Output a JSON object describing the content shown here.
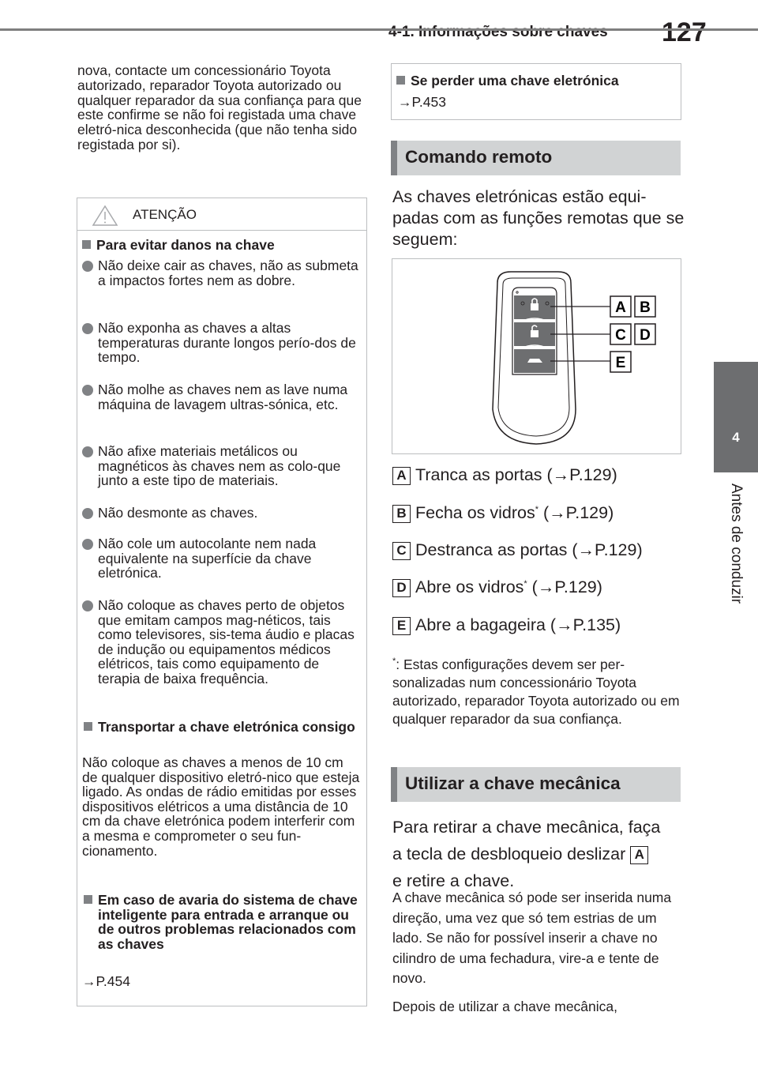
{
  "header": {
    "title": "4-1. Informações sobre chaves",
    "page_number": "127"
  },
  "side_tab": {
    "number": "4",
    "label": "Antes de conduzir"
  },
  "intro_text": "nova, contacte um concessionário Toyota autorizado, reparador Toyota autorizado ou qualquer reparador da sua confiança para que este confirme se não foi registada uma chave eletró-nica desconhecida (que não tenha sido registada por si).",
  "warning": {
    "title": "ATENÇÃO",
    "section1_title": "Para evitar danos na chave",
    "bullets": [
      "Não deixe cair as chaves, não as submeta a impactos fortes nem as dobre.",
      "Não exponha as chaves a altas temperaturas durante longos perío-dos de tempo.",
      "Não molhe as chaves nem as lave numa máquina de lavagem ultras-sónica, etc.",
      "Não afixe materiais metálicos ou magnéticos às chaves nem as colo-que junto a este tipo de materiais.",
      "Não desmonte as chaves.",
      "Não cole um autocolante nem nada equivalente na superfície da chave eletrónica.",
      "Não coloque as chaves perto de objetos que emitam campos mag-néticos, tais como televisores, sis-tema áudio e placas de indução ou equipamentos médicos elétricos, tais como equipamento de terapia de baixa frequência."
    ],
    "section2_title": "Transportar a chave eletrónica consigo",
    "section2_text": "Não coloque as chaves a menos de 10 cm de qualquer dispositivo eletró-nico que esteja ligado. As ondas de rádio emitidas por esses dispositivos elétricos a uma distância de 10 cm da chave eletrónica podem interferir com a mesma e comprometer o seu fun-cionamento.",
    "section3_title": "Em caso de avaria do sistema de chave inteligente para entrada e arranque ou de outros problemas relacionados com as chaves",
    "section3_ref": "→P.454"
  },
  "lost_key": {
    "title": "Se perder uma chave eletrónica",
    "ref": "→P.453"
  },
  "remote": {
    "heading": "Comando remoto",
    "intro": "As chaves eletrónicas estão equi-padas com as funções remotas que se seguem:",
    "callouts": [
      "A",
      "B",
      "C",
      "D",
      "E"
    ],
    "items": [
      {
        "label": "A",
        "text": "Tranca as portas (→P.129)",
        "star": ""
      },
      {
        "label": "B",
        "text": "Fecha os vidros",
        "star": "*",
        "ref": " (→P.129)"
      },
      {
        "label": "C",
        "text": "Destranca as portas (→P.129)",
        "star": ""
      },
      {
        "label": "D",
        "text": "Abre os vidros",
        "star": "*",
        "ref": " (→P.129)"
      },
      {
        "label": "E",
        "text": "Abre a bagageira (→P.135)",
        "star": ""
      }
    ],
    "footnote_mark": "*",
    "footnote": ": Estas configurações devem ser per-sonalizadas num concessionário Toyota autorizado, reparador Toyota autorizado ou em qualquer reparador da sua confiança."
  },
  "mechanical": {
    "heading": "Utilizar a chave mecânica",
    "line1": "Para retirar a chave mecânica, faça",
    "line2": "a tecla de desbloqueio deslizar",
    "line2_label": "A",
    "line3": "e retire a chave.",
    "para1": "A chave mecânica só pode ser inserida numa direção, uma vez que só tem estrias de um lado. Se não for possível inserir a chave no cilindro de uma fechadura, vire-a e tente de novo.",
    "para2": "Depois de utilizar a chave mecânica,"
  }
}
